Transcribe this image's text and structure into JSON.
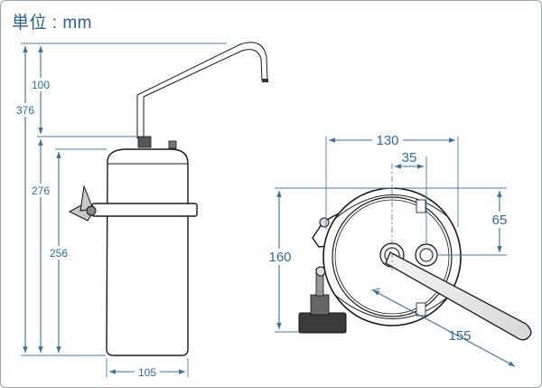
{
  "header": {
    "unit_label": "単位 : mm"
  },
  "side_view": {
    "dims": {
      "spout_rise": "100",
      "total_height": "376",
      "housing_height": "276",
      "body_height": "256",
      "body_width": "105"
    }
  },
  "top_view": {
    "dims": {
      "overall_width": "130",
      "port_spacing": "35",
      "port_offset": "65",
      "overall_depth": "160",
      "spout_reach": "155"
    }
  },
  "colors": {
    "dimension": "#2f6c96",
    "outline": "#1a1a1a",
    "frame": "#9aa5ad"
  }
}
